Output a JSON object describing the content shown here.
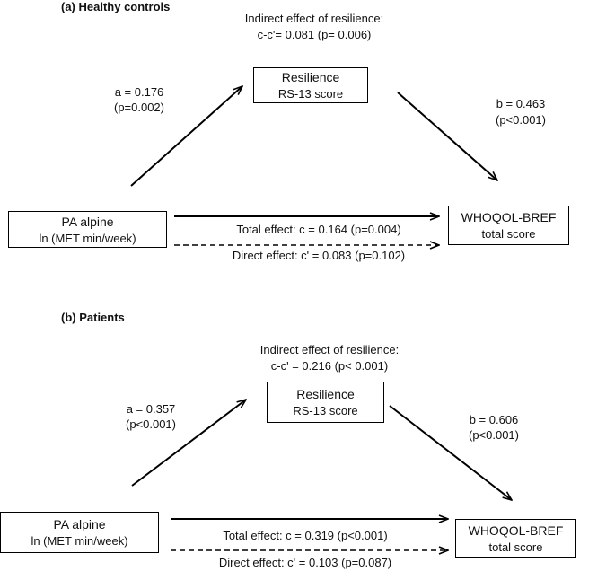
{
  "panels": [
    {
      "heading": "(a)  Healthy controls",
      "indirect_title": "Indirect effect of resilience:",
      "indirect_value": "c-c'= 0.081 (p= 0.006)",
      "a_label": "a = 0.176",
      "a_p": "(p=0.002)",
      "b_label": "b = 0.463",
      "b_p": "(p<0.001)",
      "mediator_line1": "Resilience",
      "mediator_line2": "RS-13 score",
      "predictor_line1": "PA alpine",
      "predictor_line2": "ln (MET min/week)",
      "outcome_line1": "WHOQOL-BREF",
      "outcome_line2": "total score",
      "total_effect": "Total effect: c = 0.164 (p=0.004)",
      "direct_effect": "Direct effect: c' = 0.083 (p=0.102)"
    },
    {
      "heading": "(b)  Patients",
      "indirect_title": "Indirect effect of resilience:",
      "indirect_value": "c-c' = 0.216 (p< 0.001)",
      "a_label": "a = 0.357",
      "a_p": "(p<0.001)",
      "b_label": "b =  0.606",
      "b_p": "(p<0.001)",
      "mediator_line1": "Resilience",
      "mediator_line2": "RS-13 score",
      "predictor_line1": "PA alpine",
      "predictor_line2": "ln (MET min/week)",
      "outcome_line1": "WHOQOL-BREF",
      "outcome_line2": "total score",
      "total_effect": "Total effect: c = 0.319 (p<0.001)",
      "direct_effect": "Direct effect: c' = 0.103 (p=0.087)"
    }
  ]
}
